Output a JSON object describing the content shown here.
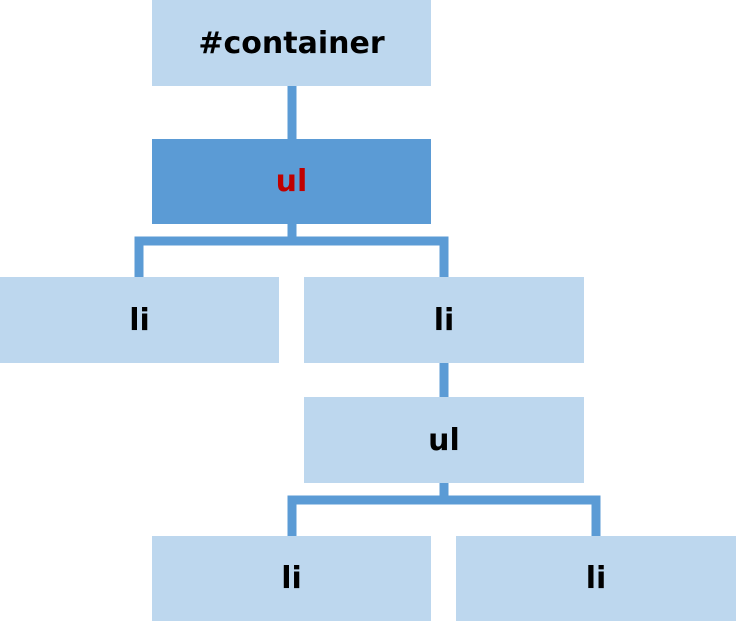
{
  "colors": {
    "node_fill": "#bdd7ee",
    "selected_fill": "#5b9bd5",
    "selected_text": "#c00000",
    "connector": "#5b9bd5"
  },
  "nodes": {
    "container": "#container",
    "ul_outer": "ul",
    "li_left": "li",
    "li_right": "li",
    "ul_inner": "ul",
    "li_inner_left": "li",
    "li_inner_right": "li"
  },
  "selected_node": "ul_outer"
}
